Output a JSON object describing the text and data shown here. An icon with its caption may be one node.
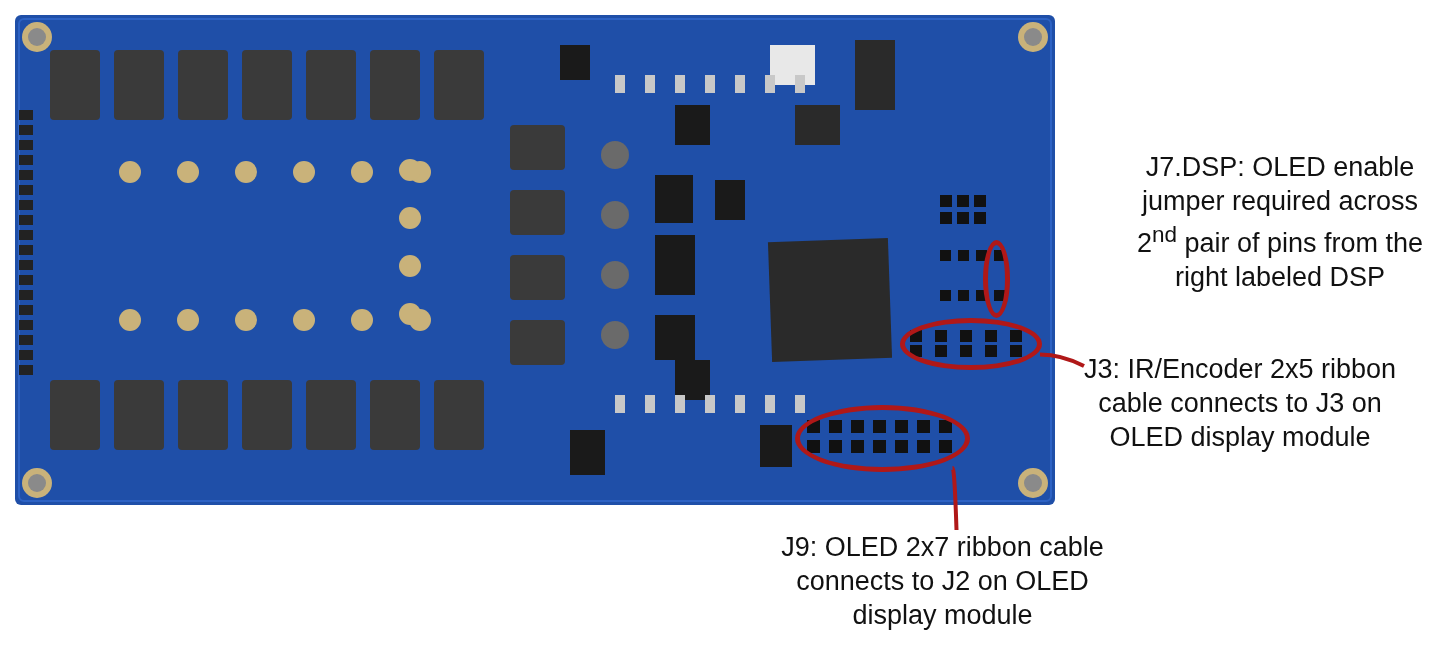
{
  "diagram": {
    "nodes": [
      {
        "text": [],
        "shape": "picture"
      },
      {
        "text": [],
        "shape": "ellipse",
        "in": 0
      },
      {
        "text": [],
        "shape": "ellipse",
        "in": 0
      },
      {
        "text": [],
        "shape": "ellipse",
        "in": 0
      },
      {
        "text": [
          "J7.DSP: OLED enable jumper required across 2$^{nd}$ pair of pins from the right labeled DSP"
        ]
      },
      {
        "text": [
          "J3: IR/Encoder 2x5 ribbon cable connects to J3 on OLED display module"
        ]
      },
      {
        "text": [
          "J9: OLED 2x7 ribbon cable connects to J2 on OLED display module"
        ]
      }
    ],
    "edges": [
      {
        "from": 5,
        "to": 2,
        "arrow": "none"
      },
      {
        "from": 6,
        "to": 3,
        "arrow": "none"
      }
    ]
  }
}
